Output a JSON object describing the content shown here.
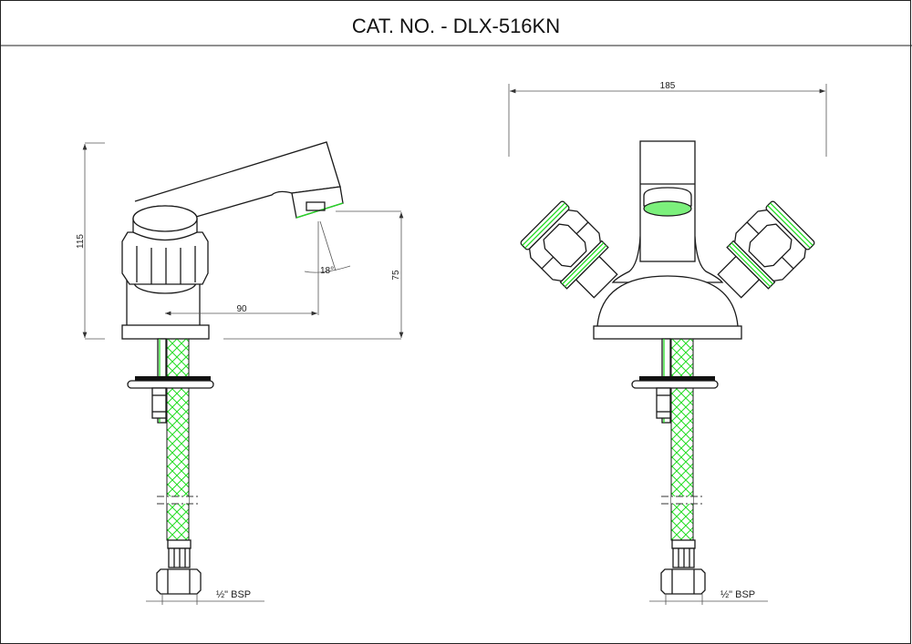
{
  "title": "CAT. NO. - DLX-516KN",
  "side_view": {
    "dim_height_total": "115",
    "dim_spout_reach": "90",
    "dim_spout_angle": "18°",
    "dim_spout_height": "75",
    "connection_label": "½\" BSP"
  },
  "front_view": {
    "dim_width": "185",
    "connection_label": "½\" BSP"
  },
  "colors": {
    "accent_green": "#22dd22",
    "line": "#1a1a1a"
  }
}
